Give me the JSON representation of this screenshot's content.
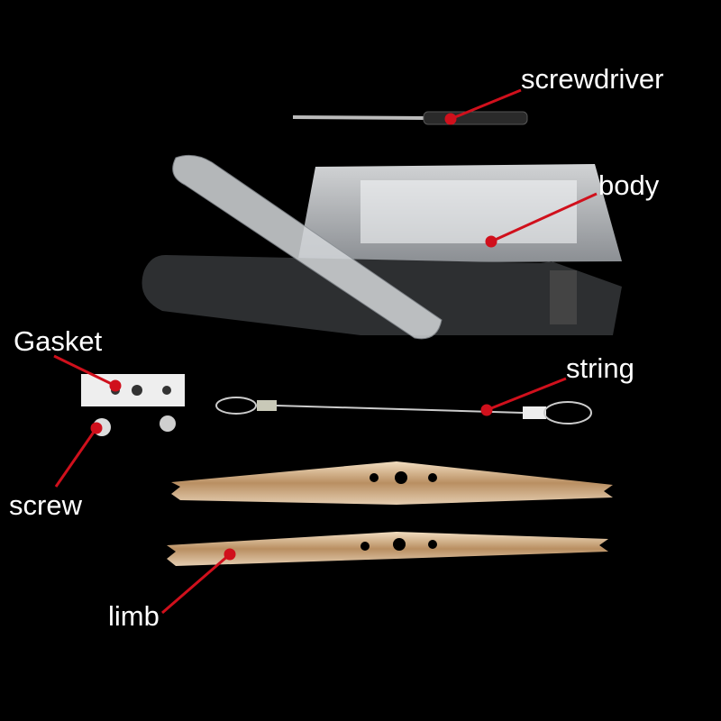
{
  "labels": {
    "screwdriver": "screwdriver",
    "body": "body",
    "gasket": "Gasket",
    "string": "string",
    "screw": "screw",
    "limb": "limb"
  },
  "colors": {
    "background": "#000000",
    "label_text": "#ffffff",
    "pointer": "#d0101c",
    "limb_metal": "#c9a577"
  }
}
